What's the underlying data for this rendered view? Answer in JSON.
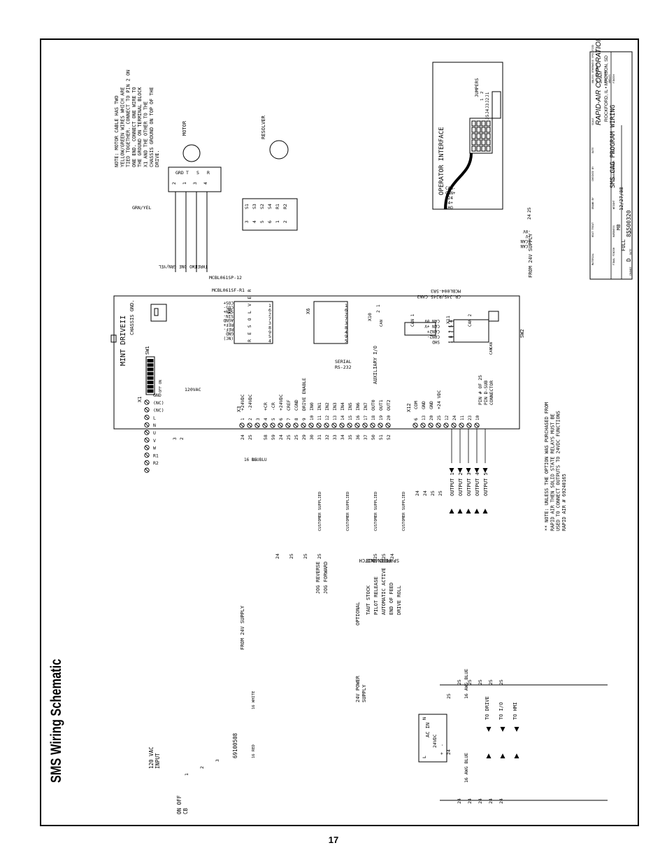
{
  "page_title": "SMS Wiring Schematic",
  "page_number": "17",
  "motor_note": [
    "NOTE: MOTOR CABLE HAS TWO",
    "YELLOW/GREEN WIRES WHICH ARE",
    "TIED TOGETHER. CONNECT TO PIN 2 ON",
    "ONE END. CONNECT ONE WIRE TO",
    "THE GROUND ON TERMINAL BLOCK",
    "X1 AND THE OTHER TO THE",
    "CHASSIS GROUND ON TOP OF THE",
    "DRIVE."
  ],
  "motor_label": "MOTOR",
  "motor_pins": [
    "GRD",
    "T",
    "S",
    "R"
  ],
  "motor_plug_nums": [
    "2",
    "1",
    "3",
    "4"
  ],
  "resolver_label": "RESOLVER",
  "resolver_pins": [
    "S1",
    "S3",
    "S2",
    "S4",
    "R1",
    "R2"
  ],
  "resolver_plug_nums": [
    "3",
    "4",
    "5",
    "6",
    "1",
    "2"
  ],
  "grn_yel_label": "GRN/YEL",
  "motor_wires": [
    "GRN/YEL",
    "ONE",
    "TWO",
    "THREE"
  ],
  "motor_cable": "MCBL061SP-12",
  "resolver_cable": "MCBL061SF-R1",
  "resolver_wires": [
    "COS+",
    "COS-",
    "SIN+",
    "SIN-",
    "AGND",
    "REF+",
    "REF-",
    "GND",
    "(NC)"
  ],
  "drive_title": "MINT DRIVEII",
  "chassis_gnd": "CHASSIS GND.",
  "sw1_label": "SW1",
  "sw1_off_on": "OFF ON",
  "x1_label": "X1",
  "x1_terms": [
    "GND",
    "(NC)",
    "(NC)",
    "L",
    "N",
    "U",
    "V",
    "W",
    "R1",
    "R2"
  ],
  "vac_label": "120VAC",
  "x3_label": "X3",
  "x3_terms": [
    {
      "n": "1",
      "t": "+24VDC"
    },
    {
      "n": "2",
      "t": "-24VDC"
    },
    {
      "n": "3",
      "t": ""
    },
    {
      "n": "4",
      "t": "+CR"
    },
    {
      "n": "5",
      "t": "-CR"
    },
    {
      "n": "6",
      "t": "+24VDC"
    },
    {
      "n": "7",
      "t": "CREF"
    },
    {
      "n": "8",
      "t": "CGND"
    },
    {
      "n": "9",
      "t": "DRIVE ENABLE"
    },
    {
      "n": "10",
      "t": "IN0"
    },
    {
      "n": "11",
      "t": "IN1"
    },
    {
      "n": "12",
      "t": "IN2"
    },
    {
      "n": "13",
      "t": "IN3"
    },
    {
      "n": "14",
      "t": "IN4"
    },
    {
      "n": "15",
      "t": "IN5"
    },
    {
      "n": "16",
      "t": "IN6"
    },
    {
      "n": "17",
      "t": "IN7"
    },
    {
      "n": "18",
      "t": "OUT0"
    },
    {
      "n": "19",
      "t": "OUT1"
    },
    {
      "n": "20",
      "t": "OUT2"
    }
  ],
  "x3_wire_nums": [
    "24",
    "25",
    "",
    "58",
    "59",
    "24",
    "25",
    "25",
    "29",
    "30",
    "31",
    "32",
    "33",
    "34",
    "35",
    "36",
    "37",
    "50",
    "51",
    "52"
  ],
  "x12_label": "X12",
  "x12_terms": [
    {
      "n": "6",
      "t": "COM"
    },
    {
      "n": "13",
      "t": "GND"
    },
    {
      "n": "20",
      "t": "GND"
    },
    {
      "n": "25",
      "t": "+24 VDC"
    },
    {
      "n": "12",
      "t": ""
    },
    {
      "n": "24",
      "t": ""
    },
    {
      "n": "11",
      "t": ""
    },
    {
      "n": "23",
      "t": ""
    },
    {
      "n": "10",
      "t": ""
    }
  ],
  "x12_wire_nums": [
    "24",
    "24",
    "25",
    "25"
  ],
  "aux_io": "AUXILIARY I/O",
  "dsub_note": [
    "PIN # OF 25",
    "PIN D-SUB",
    "CONNECTOR"
  ],
  "x8_label": "X8",
  "x8_side": "R E S O L V E R",
  "x8_nums": [
    "1",
    "6",
    "2",
    "7",
    "3",
    "8",
    "9",
    "5",
    "4"
  ],
  "x6_label": "X6",
  "x6_serial": [
    "SERIAL",
    "RS-232"
  ],
  "x6_nums": [
    "1",
    "6",
    "2",
    "7",
    "3",
    "8",
    "4",
    "9",
    "5"
  ],
  "x10_label": "X10",
  "x10_nums": [
    "1",
    "2"
  ],
  "x10_can": "CAN",
  "can1_label": "CAN 1",
  "x11_label": "X11",
  "can2_label": "CAN 2",
  "x11_nums": [
    "4",
    "5",
    "7",
    "8",
    "1"
  ],
  "sw2_label": "SW2",
  "can_on_off": [
    "CAN",
    "CAN"
  ],
  "can_wires": [
    "CAN 0V",
    "CAN +V",
    "CAN2+",
    "CAN2-",
    "SHD"
  ],
  "can_cable": [
    "MCBL004-5R3",
    "CR.J45/RJ45 CAN3"
  ],
  "operator_interface": "OPERATOR INTERFACE",
  "jumpers_label": "JUMPERS",
  "jumper_names": [
    "J1",
    "J2",
    "J3",
    "J4",
    "J5"
  ],
  "jumper_nums": [
    "2",
    "1"
  ],
  "oi_terms": [
    "SHO",
    "24+",
    "-24",
    "CAN+",
    "CAN-"
  ],
  "oi_side_terms": [
    "-0V",
    "+V",
    "+CAN",
    "-CAN"
  ],
  "from_24v": "FROM 24V SUPPLY",
  "supply_wires": [
    "25",
    "24"
  ],
  "left_wire_nums": [
    "3",
    "2"
  ],
  "blu_wires": [
    "16 BLU",
    "16 BLU"
  ],
  "input_labels": [
    "ENABLE",
    "FEED SWITCH",
    "SPARE"
  ],
  "input_labels2": [
    "JOG REVERSE",
    "JOG FORWARD"
  ],
  "optional_label": "OPTIONAL",
  "optional_inputs": [
    "TAUT STOCK",
    "PILOT RELEASE",
    "AUTOMATIC ACTIVE",
    "END OF FEED",
    "DRIVE ROLL"
  ],
  "customer_supplied": "CUSTOMER SUPPLIED",
  "bus_wire_nums": [
    "24",
    "25",
    "25",
    "25"
  ],
  "out_bus_nums": [
    "25",
    "25",
    "24"
  ],
  "outputs": [
    "OUTPUT 1",
    "OUTPUT 2",
    "OUTPUT 3",
    "OUTPUT 4",
    "OUTPUT 5"
  ],
  "relay_note": [
    "** NOTE: UNLESS THE OPTION WAS PURCHASED FROM",
    "RAPID AIR THEN SOLID STATE RELAYS MUST BE",
    "USED TO CONNECT OUTPUTS TO 24VDC FUNCTIONS",
    "RAPID AIR # 69240165"
  ],
  "vac_input": [
    "120 VAC",
    "INPUT"
  ],
  "cb_label": [
    "ON OFF",
    "CB"
  ],
  "breaker_part": "69100508",
  "cb_wire_nums": [
    "1",
    "2",
    "3"
  ],
  "white_wire": "16 WHITE",
  "red_wire": "16 RED",
  "ps_label": [
    "24V POWER",
    "SUPPLY"
  ],
  "ps_ac_in": "AC IN",
  "ps_dc": "24VDC",
  "ps_terms": [
    "L",
    "N"
  ],
  "ps_pm": [
    "+",
    "-"
  ],
  "ps_wire_nums": [
    "24",
    "25"
  ],
  "awg_blue_top": "16 AWG BLUE",
  "awg_blue_bottom": "16 AWG BLUE",
  "dist_targets": [
    "TO DRIVE",
    "TO I/O",
    "TO HMI"
  ],
  "dist_wire_top": [
    "25",
    "25",
    "25",
    "25",
    "25"
  ],
  "dist_wire_bottom": [
    "24",
    "24",
    "24",
    "24",
    "24"
  ],
  "tb_company": "RAPID-AIR CORPORATION",
  "tb_city": "ROCKFORD, IL  •  MADISON, SD",
  "tb_title": "SMS GAG PROGRAM WIRING",
  "tb_drawn": "MB",
  "tb_date": "12/27/08",
  "tb_scale": "FULL",
  "tb_dwg": "85500320",
  "tb_rev": "D",
  "tb_fields": [
    "MATERIAL",
    "HEAT TREAT",
    "DRAWN BY",
    "CHECKED BY",
    "DATE",
    "SCALE",
    "FINAL FINISH",
    "HARDNESS",
    "WEIGHT",
    "DRAWING NUMBER",
    "REV."
  ],
  "tb_change": [
    "CHANGE",
    "DATE",
    "REV."
  ],
  "tb_tolerances": [
    "UNLESS OTHERWISE SPECIFIED",
    "ALL TOLERANCES",
    "DECIMALS",
    "FRACTIONS",
    "ANGLES",
    "FINISH"
  ]
}
